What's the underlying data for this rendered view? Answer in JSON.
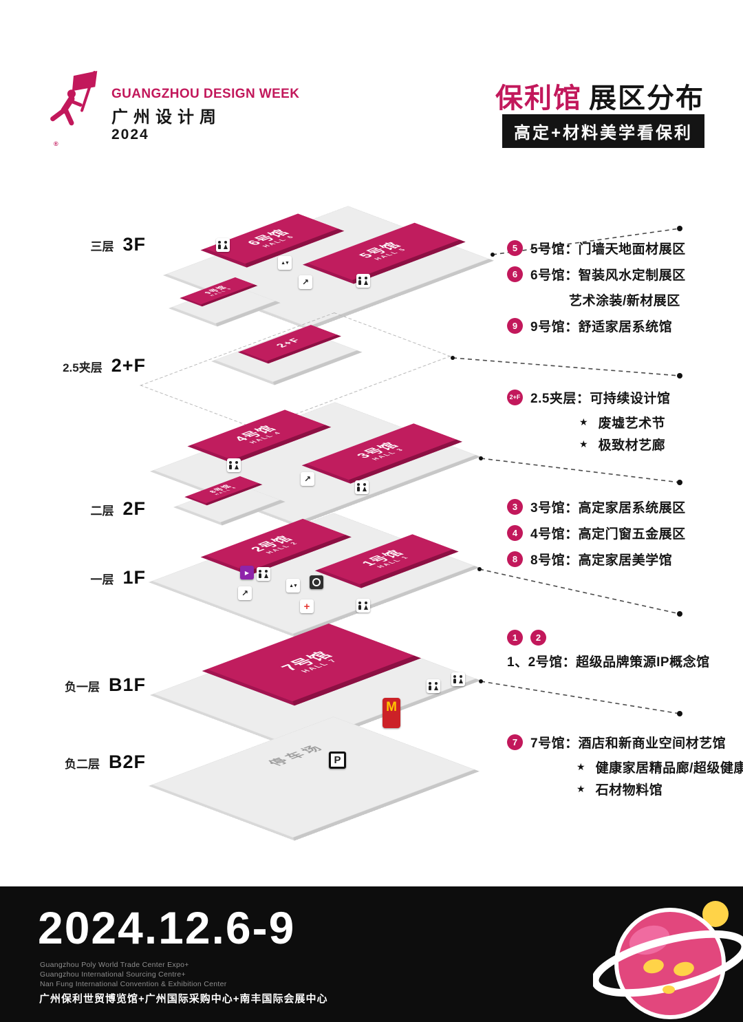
{
  "header": {
    "logo": {
      "title": "GUANGZHOU DESIGN WEEK",
      "cn": "广州设计周",
      "year": "2024",
      "reg": "®"
    },
    "title_highlight": "保利馆",
    "title_rest": "展区分布",
    "subtitle": "高定+材料美学看保利"
  },
  "floors": [
    {
      "cn": "三层",
      "en": "3F"
    },
    {
      "cn": "2.5夹层",
      "en": "2+F"
    },
    {
      "cn": "二层",
      "en": "2F"
    },
    {
      "cn": "一层",
      "en": "1F"
    },
    {
      "cn": "负一层",
      "en": "B1F"
    },
    {
      "cn": "负二层",
      "en": "B2F"
    }
  ],
  "halls": {
    "h6": {
      "cn": "6号馆",
      "en": "HALL 6"
    },
    "h5": {
      "cn": "5号馆",
      "en": "HALL 5"
    },
    "h9": {
      "cn": "9号馆",
      "en": "HALL 9"
    },
    "h4": {
      "cn": "4号馆",
      "en": "HALL 4"
    },
    "h3": {
      "cn": "3号馆",
      "en": "HALL 3"
    },
    "h8": {
      "cn": "8号馆",
      "en": "HALL 8"
    },
    "h2": {
      "cn": "2号馆",
      "en": "HALL 2"
    },
    "h1": {
      "cn": "1号馆",
      "en": "HALL 1"
    },
    "h7": {
      "cn": "7号馆",
      "en": "HALL 7"
    },
    "h2f": {
      "cn": "2+F"
    }
  },
  "map": {
    "parking": "停车场",
    "parking_sign": "P",
    "mcdonalds": "M",
    "medical": "+",
    "elevator": "▲▼",
    "escalator": "↗",
    "photo": "▶"
  },
  "legend": {
    "groups": [
      {
        "rows": [
          {
            "badge": "5",
            "text": "5号馆：门墙天地面材展区"
          },
          {
            "badge": "6",
            "text": "6号馆：智装风水定制展区"
          },
          {
            "text": "艺术涂装/新材展区"
          },
          {
            "badge": "9",
            "text": "9号馆：舒适家居系统馆"
          }
        ]
      },
      {
        "rows": [
          {
            "badge": "2+F",
            "text": "2.5夹层：可持续设计馆"
          },
          {
            "star": "★",
            "text": "废墟艺术节"
          },
          {
            "star": "★",
            "text": "极致材艺廊"
          }
        ]
      },
      {
        "rows": [
          {
            "badge": "3",
            "text": "3号馆：高定家居系统展区"
          },
          {
            "badge": "4",
            "text": "4号馆：高定门窗五金展区"
          },
          {
            "badge": "8",
            "text": "8号馆：高定家居美学馆"
          }
        ]
      },
      {
        "badges": [
          "1",
          "2"
        ],
        "rows": [
          {
            "text": "1、2号馆：超级品牌策源IP概念馆"
          }
        ]
      },
      {
        "rows": [
          {
            "badge": "7",
            "text": "7号馆：酒店和新商业空间材艺馆"
          },
          {
            "star": "★",
            "text": "健康家居精品廊/超级健康"
          },
          {
            "star": "★",
            "text": "石材物料馆"
          }
        ]
      }
    ]
  },
  "footer": {
    "date": "2024.12.6-9",
    "en1": "Guangzhou Poly World Trade Center Expo+",
    "en2": "Guangzhou International Sourcing Centre+",
    "en3": "Nan Fung International Convention & Exhibition Center",
    "cn": "广州保利世贸博览馆+广州国际采购中心+南丰国际会展中心"
  },
  "colors": {
    "brand": "#c2185b",
    "hall_top": "#c01d5e",
    "hall_dark": "#8c1043",
    "footer_bg": "#0d0d0d"
  }
}
